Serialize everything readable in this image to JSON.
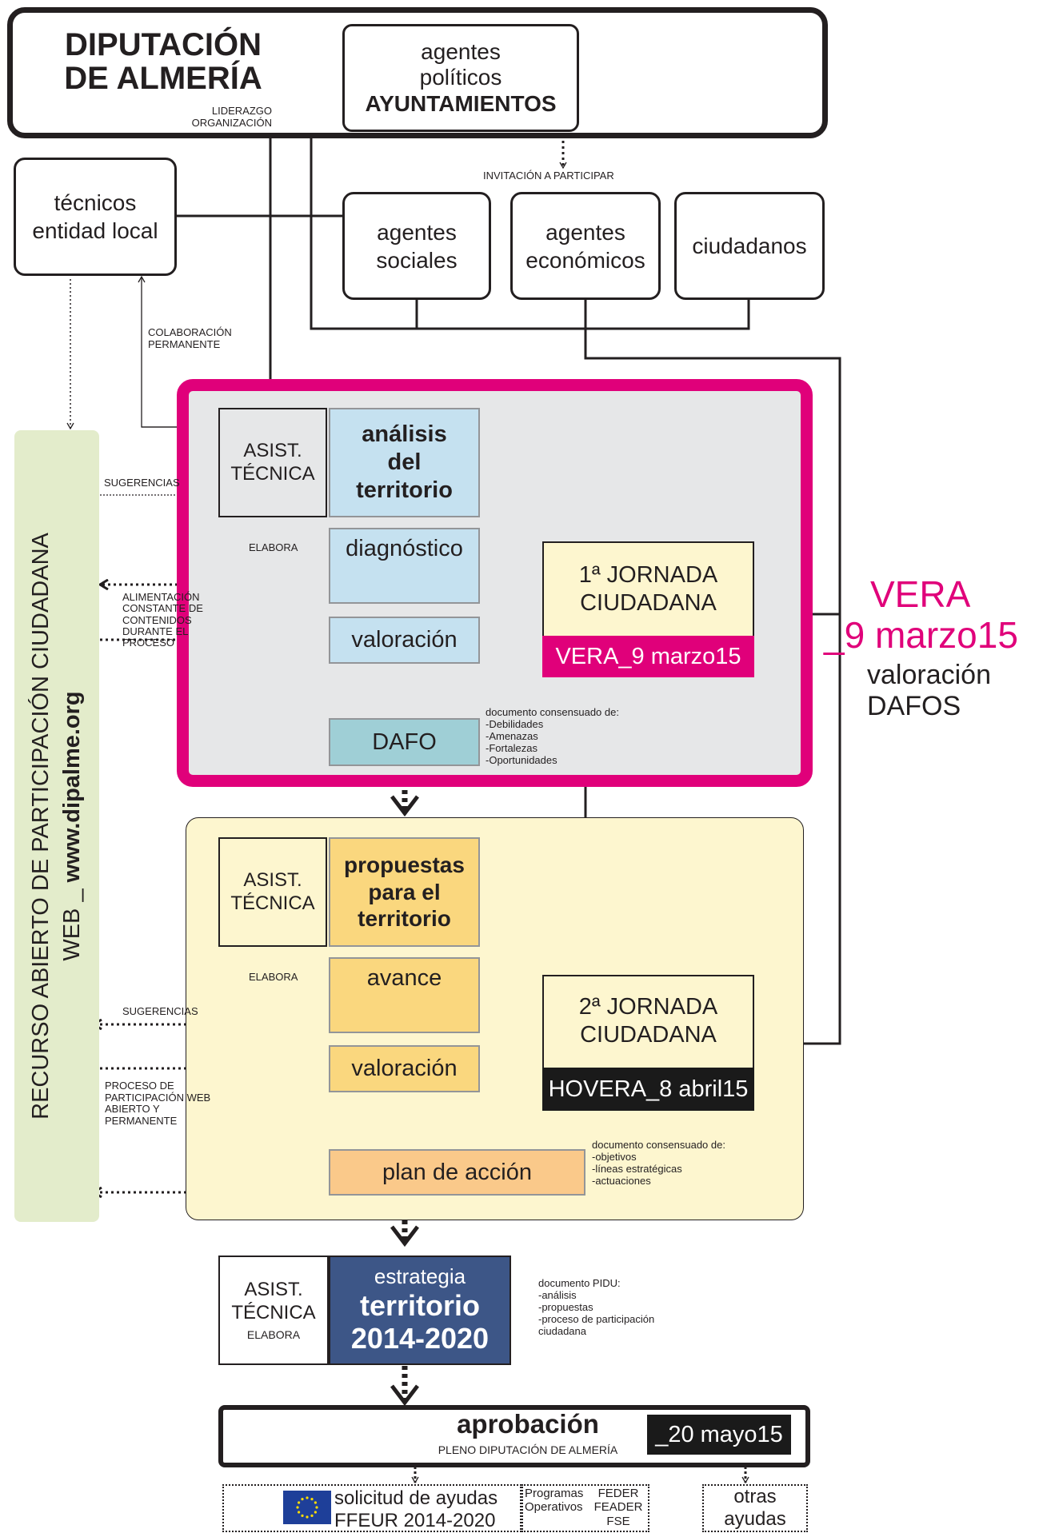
{
  "header": {
    "title_line1": "DIPUTACIÓN",
    "title_line2": "DE ALMERÍA",
    "subtitle_line1": "LIDERAZGO",
    "subtitle_line2": "ORGANIZACIÓN"
  },
  "politicos": {
    "line1": "agentes",
    "line2": "políticos",
    "line3": "AYUNTAMIENTOS"
  },
  "invitation": "INVITACIÓN A PARTICIPAR",
  "tecnicos": {
    "line1": "técnicos",
    "line2": "entidad local"
  },
  "agents": {
    "sociales": {
      "line1": "agentes",
      "line2": "sociales"
    },
    "economicos": {
      "line1": "agentes",
      "line2": "económicos"
    },
    "ciudadanos": "ciudadanos"
  },
  "colaboracion": {
    "line1": "COLABORACIÓN",
    "line2": "PERMANENTE"
  },
  "web_bar": {
    "line1": "RECURSO ABIERTO  DE PARTICIPACIÓN CIUDADANA",
    "line2_prefix": "WEB _ ",
    "line2_url": "www.dipalme.org"
  },
  "phase1": {
    "asist_line1": "ASIST.",
    "asist_line2": "TÉCNICA",
    "analysis": {
      "line1": "análisis",
      "line2": "del",
      "line3": "territorio"
    },
    "elabora": "ELABORA",
    "sugerencias": "SUGERENCIAS",
    "diagnostico": "diagnóstico",
    "valoracion": "valoración",
    "dafo": "DAFO",
    "alimentacion": [
      "ALIMENTACIÓN",
      "CONSTANTE DE",
      "CONTENIDOS",
      "DURANTE EL",
      "PROCESO"
    ],
    "jornada": {
      "line1": "1ª JORNADA",
      "line2": "CIUDADANA",
      "date": "VERA_9 marzo15"
    },
    "dafo_doc": [
      "documento consensuado de:",
      "-Debilidades",
      "-Amenazas",
      "-Fortalezas",
      "-Oportunidades"
    ]
  },
  "vera_note": {
    "line1": "VERA",
    "line2": "_9 marzo15",
    "line3": "valoración",
    "line4": "DAFOS"
  },
  "phase2": {
    "asist_line1": "ASIST.",
    "asist_line2": "TÉCNICA",
    "propuestas": {
      "line1": "propuestas",
      "line2": "para el",
      "line3": "territorio"
    },
    "elabora": "ELABORA",
    "sugerencias": "SUGERENCIAS",
    "avance": "avance",
    "valoracion": "valoración",
    "plan": "plan de acción",
    "proceso": [
      "PROCESO DE",
      "PARTICIPACIÓN WEB",
      "ABIERTO  Y",
      "PERMANENTE"
    ],
    "jornada": {
      "line1": "2ª JORNADA",
      "line2": "CIUDADANA",
      "date": "HOVERA_8 abril15"
    },
    "plan_doc": [
      "documento consensuado de:",
      "-objetivos",
      "-líneas estratégicas",
      "-actuaciones"
    ]
  },
  "strategy": {
    "asist_line1": "ASIST.",
    "asist_line2": "TÉCNICA",
    "asist_line3": "ELABORA",
    "line1": "estrategia",
    "line2": "territorio",
    "line3": "2014-2020",
    "doc": [
      "documento PIDU:",
      "-análisis",
      "-propuestas",
      "-proceso de participación",
      "ciudadana"
    ]
  },
  "aprobacion": {
    "title": "aprobación",
    "subtitle": "PLENO DIPUTACIÓN DE ALMERÍA",
    "date": "_20 mayo15"
  },
  "bottom": {
    "solicitud_line1": "solicitud de ayudas",
    "solicitud_line2": "FFEUR 2014-2020",
    "programas_col1": [
      "Programas",
      "Operativos"
    ],
    "programas_col2": [
      "FEDER",
      "FEADER",
      "FSE"
    ],
    "otras_line1": "otras",
    "otras_line2": "ayudas"
  },
  "colors": {
    "magenta": "#e0007a",
    "gray_panel": "#e6e7e8",
    "yellow_panel": "#fdf6cf",
    "light_blue": "#c5e1f0",
    "teal": "#9fcfd6",
    "yellow_box": "#fad77e",
    "peach_box": "#fac98a",
    "navy": "#3d5687",
    "web_green": "#e3eccb",
    "black": "#1a1a1a"
  }
}
